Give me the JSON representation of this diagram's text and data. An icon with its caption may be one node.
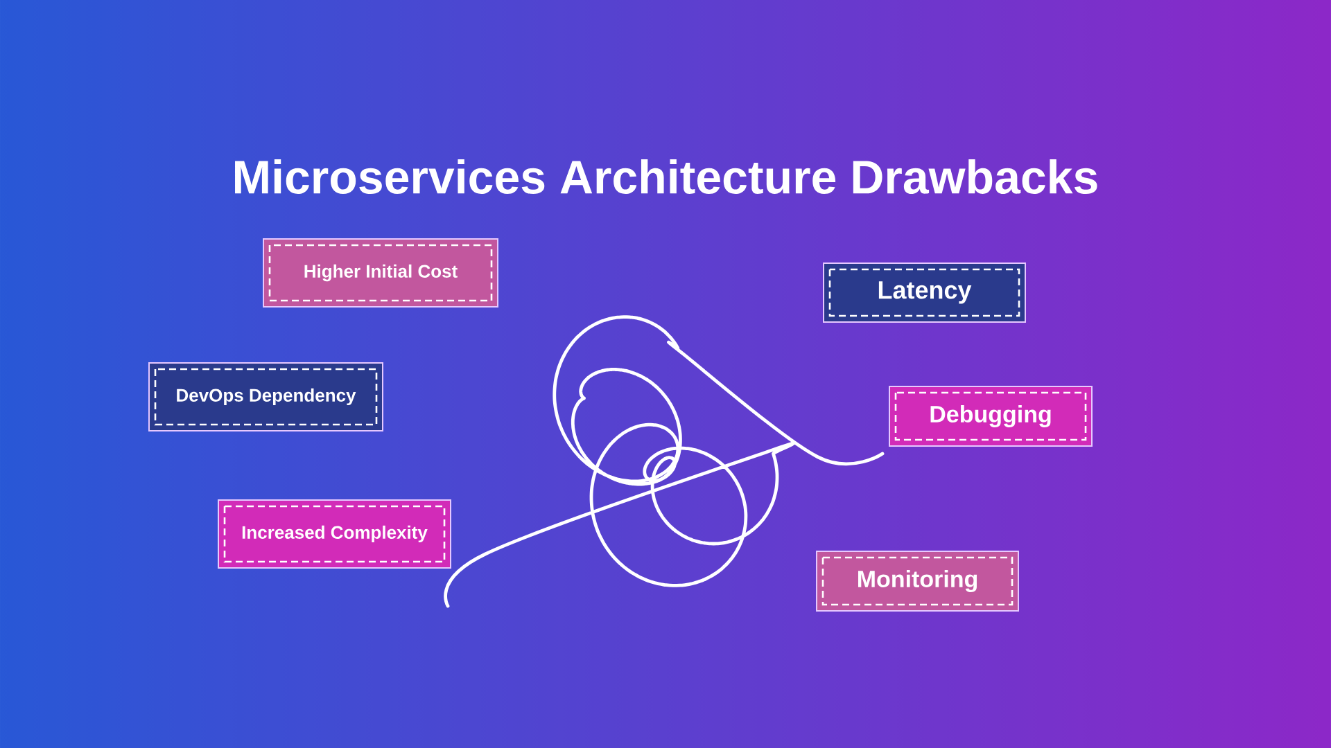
{
  "diagram": {
    "title": "Microservices Architecture Drawbacks",
    "nodes": [
      {
        "text": [
          "Higher Initial Cost"
        ]
      },
      {
        "text": [
          "Latency"
        ]
      },
      {
        "text": [
          "DevOps Dependency"
        ]
      },
      {
        "text": [
          "Debugging"
        ]
      },
      {
        "text": [
          "Increased Complexity"
        ]
      },
      {
        "text": [
          "Monitoring"
        ]
      }
    ]
  }
}
